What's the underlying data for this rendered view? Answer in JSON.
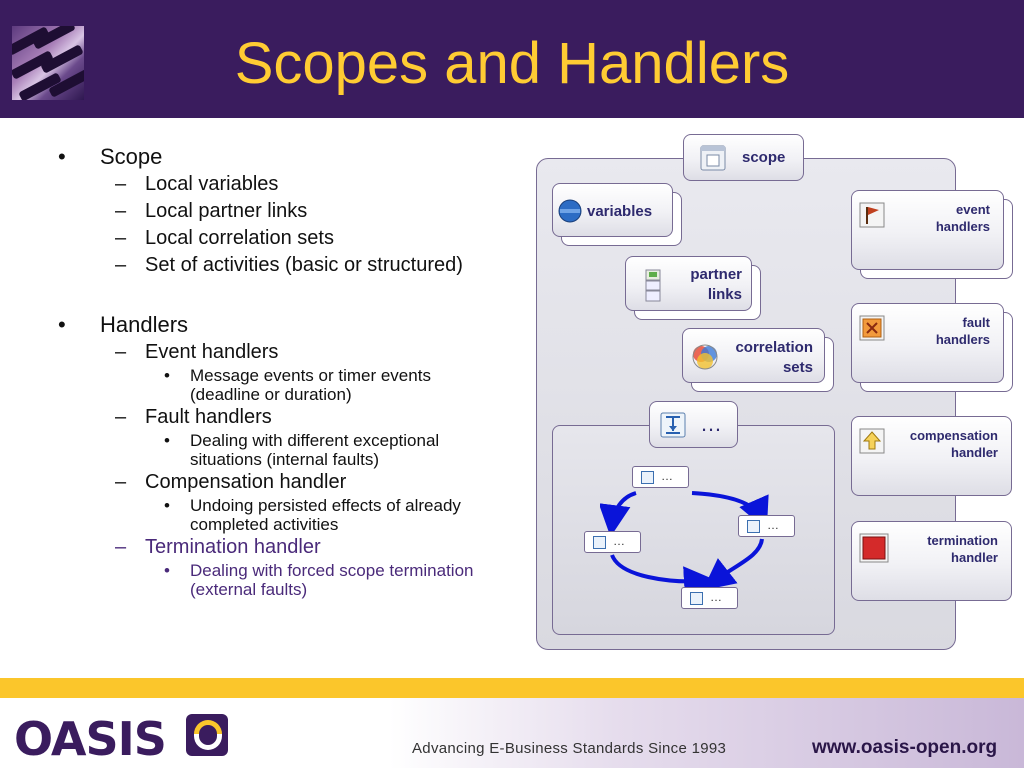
{
  "slide": {
    "title": "Scopes and Handlers"
  },
  "bullets": {
    "scope": "Scope",
    "scope_items": [
      "Local variables",
      "Local partner links",
      "Local correlation sets",
      "Set of activities (basic or structured)"
    ],
    "handlers": "Handlers",
    "event_handlers": "Event handlers",
    "event_detail_1": "Message events or timer events",
    "event_detail_2": "(deadline or duration)",
    "fault_handlers": "Fault handlers",
    "fault_detail_1": "Dealing with different exceptional",
    "fault_detail_2": "situations (internal faults)",
    "compensation_handler": "Compensation handler",
    "compensation_detail_1": "Undoing persisted effects of already",
    "compensation_detail_2": "completed activities",
    "termination_handler": "Termination handler",
    "termination_detail_1": "Dealing with forced scope termination",
    "termination_detail_2": "(external faults)",
    "dash": "–",
    "dot": "•"
  },
  "diagram": {
    "scope": "scope",
    "variables": "variables",
    "partner_links_1": "partner",
    "partner_links_2": "links",
    "correlation_sets_1": "correlation",
    "correlation_sets_2": "sets",
    "sequence_dots": "…",
    "activity_dots": "…",
    "event_handlers_1": "event",
    "event_handlers_2": "handlers",
    "fault_handlers_1": "fault",
    "fault_handlers_2": "handlers",
    "compensation_handler_1": "compensation",
    "compensation_handler_2": "handler",
    "termination_handler_1": "termination",
    "termination_handler_2": "handler"
  },
  "footer": {
    "logo_text": "OASIS",
    "tagline": "Advancing E-Business Standards Since 1993",
    "website": "www.oasis-open.org"
  },
  "colors": {
    "header_bg": "#3a1c5e",
    "title": "#ffcc33",
    "stripe": "#fbc62b",
    "diagram_label": "#2e2a6e",
    "arrow": "#0a14d9"
  }
}
